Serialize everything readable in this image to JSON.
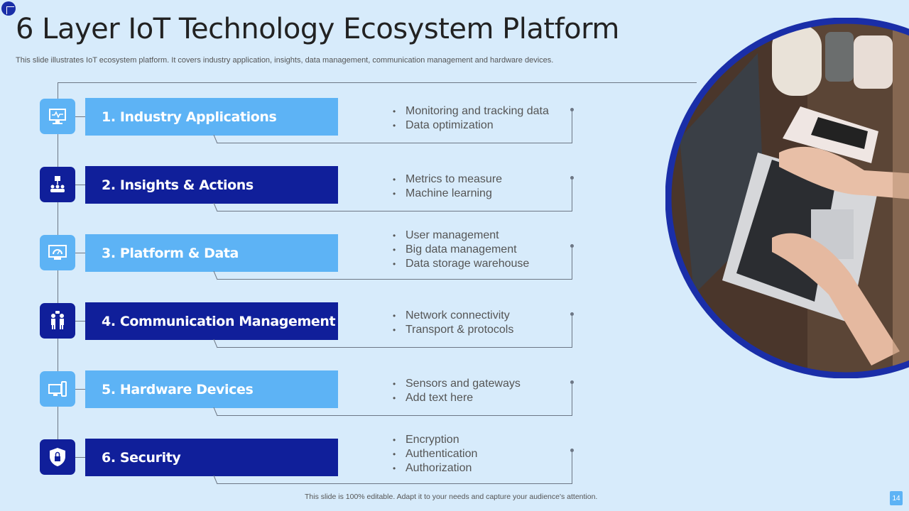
{
  "title": "6 Layer IoT Technology Ecosystem Platform",
  "subtitle": "This slide illustrates IoT ecosystem platform. It covers industry application, insights, data management, communication management and hardware devices.",
  "colors": {
    "background": "#d7ebfb",
    "light_blue": "#5db3f5",
    "dark_blue": "#101f9a",
    "circle_border": "#1a2ea8"
  },
  "layers": [
    {
      "label": "1. Industry Applications",
      "icon": "monitor-chart-icon",
      "style": "light",
      "bullets": [
        "Monitoring and tracking data",
        "Data optimization"
      ]
    },
    {
      "label": "2. Insights & Actions",
      "icon": "hierarchy-people-icon",
      "style": "dark",
      "bullets": [
        "Metrics to measure",
        "Machine learning"
      ]
    },
    {
      "label": "3. Platform & Data",
      "icon": "dashboard-monitor-icon",
      "style": "light",
      "bullets": [
        "User management",
        "Big data management",
        "Data storage warehouse"
      ]
    },
    {
      "label": "4. Communication Management",
      "icon": "people-talking-icon",
      "style": "dark",
      "bullets": [
        "Network connectivity",
        "Transport  & protocols"
      ]
    },
    {
      "label": "5. Hardware Devices",
      "icon": "computer-devices-icon",
      "style": "light",
      "bullets": [
        "Sensors and gateways",
        "Add text here"
      ]
    },
    {
      "label": "6. Security",
      "icon": "shield-lock-icon",
      "style": "dark",
      "bullets": [
        "Encryption",
        "Authentication",
        "Authorization"
      ]
    }
  ],
  "footer": "This slide is 100% editable.  Adapt it to your needs and capture your audience's attention.",
  "page_number": "14"
}
